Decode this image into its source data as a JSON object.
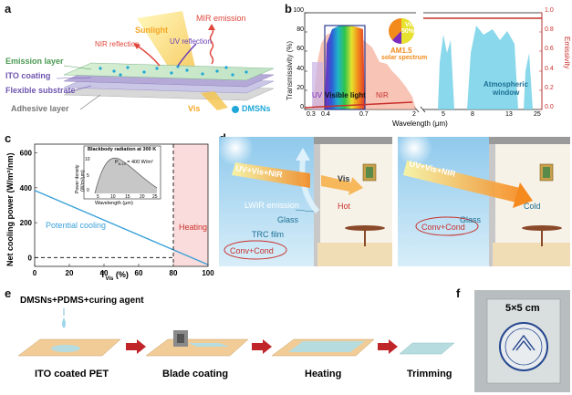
{
  "panels": {
    "a": "a",
    "b": "b",
    "c": "c",
    "d": "d",
    "e": "e",
    "f": "f"
  },
  "panel_a": {
    "sunlight": "Sunlight",
    "mir_emission": "MIR emission",
    "nir_reflection": "NIR reflection",
    "uv_reflection": "UV reflection",
    "emission_layer": "Emission layer",
    "ito_coating": "ITO coating",
    "flexible_substrate": "Flexible substrate",
    "adhesive_layer": "Adhesive layer",
    "vis": "Vis",
    "dmsns": "DMSNs"
  },
  "panel_b": {
    "ylabel_left": "Transmissivity (%)",
    "ylabel_right": "Emissivity",
    "xlabel": "Wavelength (μm)",
    "left_ticks": [
      "0",
      "20",
      "40",
      "60",
      "80",
      "100"
    ],
    "right_ticks": [
      "0.0",
      "0.2",
      "0.4",
      "0.6",
      "0.8",
      "1.0"
    ],
    "x_ticks": [
      "0.3",
      "0.4",
      "0.7",
      "2",
      "5",
      "8",
      "13",
      "25"
    ],
    "uv": "UV",
    "visible_light": "Visible light",
    "nir": "NIR",
    "pie_vis": "Vis",
    "pie_pct": "50%",
    "am15_1": "AM1.5",
    "am15_2": "solar spectrum",
    "atm_1": "Atmospheric",
    "atm_2": "window"
  },
  "chart_data": {
    "type": "line",
    "xlabel": "T_Vis (%)",
    "ylabel": "Net cooling power (W/m²/nm)",
    "xlim": [
      0,
      100
    ],
    "ylim": [
      -50,
      650
    ],
    "x_ticks": [
      "0",
      "20",
      "40",
      "60",
      "80",
      "100"
    ],
    "y_ticks": [
      "0",
      "200",
      "400",
      "600"
    ],
    "series": [
      {
        "x": [
          0,
          100
        ],
        "y": [
          385,
          -40
        ]
      }
    ],
    "vline_x": 80,
    "hline_y": 0,
    "annotations": [
      "Potential cooling",
      "Heating"
    ]
  },
  "panel_c": {
    "xlabel_main": "T",
    "xlabel_sub": "Vis",
    "xlabel_unit": " (%)",
    "ylabel": "Net cooling power (W/m²/nm)",
    "potential_cooling": "Potential cooling",
    "heating": "Heating",
    "inset_title": "Blackbody radiation at 300 K",
    "inset_ylabel_1": "Power density",
    "inset_ylabel_2": "(W/m²/μm)",
    "inset_xlabel": "Wavelength (μm)",
    "inset_p": "P",
    "inset_p_sub": "8-13",
    "inset_p_val": " = 400 W/m²",
    "inset_x_ticks": [
      "5",
      "10",
      "15",
      "20",
      "25"
    ],
    "inset_y_ticks": [
      "0",
      "5",
      "10"
    ]
  },
  "panel_d": {
    "left_beam": "UV+Vis+NIR",
    "left_vis": "Vis",
    "lwir": "LWIR emission",
    "glass_left": "Glass",
    "trc_film": "TRC film",
    "hot": "Hot",
    "conv_left": "Conv+Cond",
    "right_beam": "UV+Vis+NIR",
    "glass_right": "Glass",
    "cold": "Cold",
    "conv_right": "Conv+Cond"
  },
  "panel_e": {
    "materials": "DMSNs+PDMS+curing agent",
    "steps": [
      "ITO coated PET",
      "Blade coating",
      "Heating",
      "Trimming"
    ]
  },
  "panel_f": {
    "size": "5×5 cm"
  }
}
